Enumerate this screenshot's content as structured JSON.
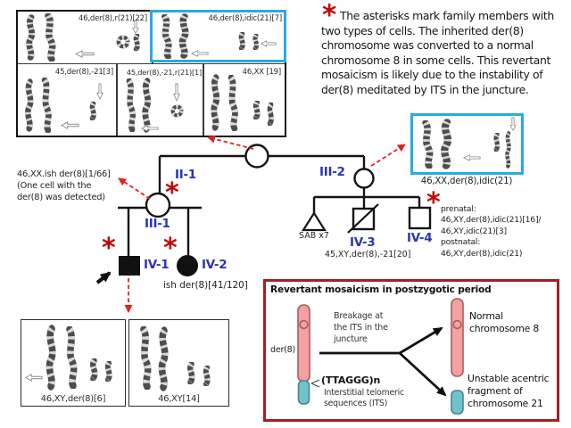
{
  "ii1_panels": {
    "panels": [
      {
        "label": "46,der(8),r(21)[22]"
      },
      {
        "label": "46,der(8),idic(21)[7]"
      },
      {
        "label": "45,der(8),-21[3]"
      },
      {
        "label": "45,der(8),-21,r(21)[1]"
      },
      {
        "label": "46,XX [19]"
      }
    ]
  },
  "note": {
    "asterisk": "*",
    "lines": [
      "The asterisks mark family members with",
      "two types of cells. The inherited der(8)",
      "chromosome was converted to a normal",
      "chromosome 8 in some cells. This revertant",
      "mosaicism is likely due to the instability of",
      "der(8) meditated by ITS in the juncture."
    ]
  },
  "pedigree": {
    "asterisk": "*",
    "labels": {
      "ii1": "II-1",
      "iii1": "III-1",
      "iii2": "III-2",
      "iv1": "IV-1",
      "iv2": "IV-2",
      "iv3": "IV-3",
      "iv4": "IV-4"
    },
    "sab": "SAB x7",
    "iii1_note": [
      "46,XX.ish der(8)[1/66]",
      "(One cell with the",
      "der(8) was detected)"
    ],
    "iv2_result": "ish der(8)[41/120]",
    "iv3_result": "45,XY,der(8),-21[20]",
    "iv4_results": [
      "prenatal:",
      "46,XY,der(8),idic(21)[16]/",
      "46,XY,idic(21)[3]",
      "postnatal:",
      "46,XY,der(8),idic(21)"
    ]
  },
  "iii2_panel": {
    "caption": "46,XX,der(8),idic(21)"
  },
  "iv1_panels": [
    {
      "label": "46,XY,der(8)[6]"
    },
    {
      "label": "46,XY[14]"
    }
  ],
  "mosaicism": {
    "title": "Revertant mosaicism in postzygotic period",
    "der8": "der(8)",
    "breakage": [
      "Breakage at",
      "the ITS in the",
      "juncture"
    ],
    "ttaggg": "(TTAGGG)n",
    "its": [
      "Interstitial  telomeric",
      "sequences (ITS)"
    ],
    "normal": [
      "Normal",
      "chromosome 8"
    ],
    "unstable": [
      "Unstable acentric",
      "fragment of",
      "chromosome 21"
    ]
  },
  "colors": {
    "chromosome8_fill": "#F2A2A2",
    "chromosome21_fill": "#72C2CC",
    "highlight_border": "#29ABE2",
    "mosaic_box_border": "#A32024",
    "pedigree_label_blue": "#2A35B2",
    "asterisk_red": "#C00505",
    "arrow_red": "#E02222"
  }
}
